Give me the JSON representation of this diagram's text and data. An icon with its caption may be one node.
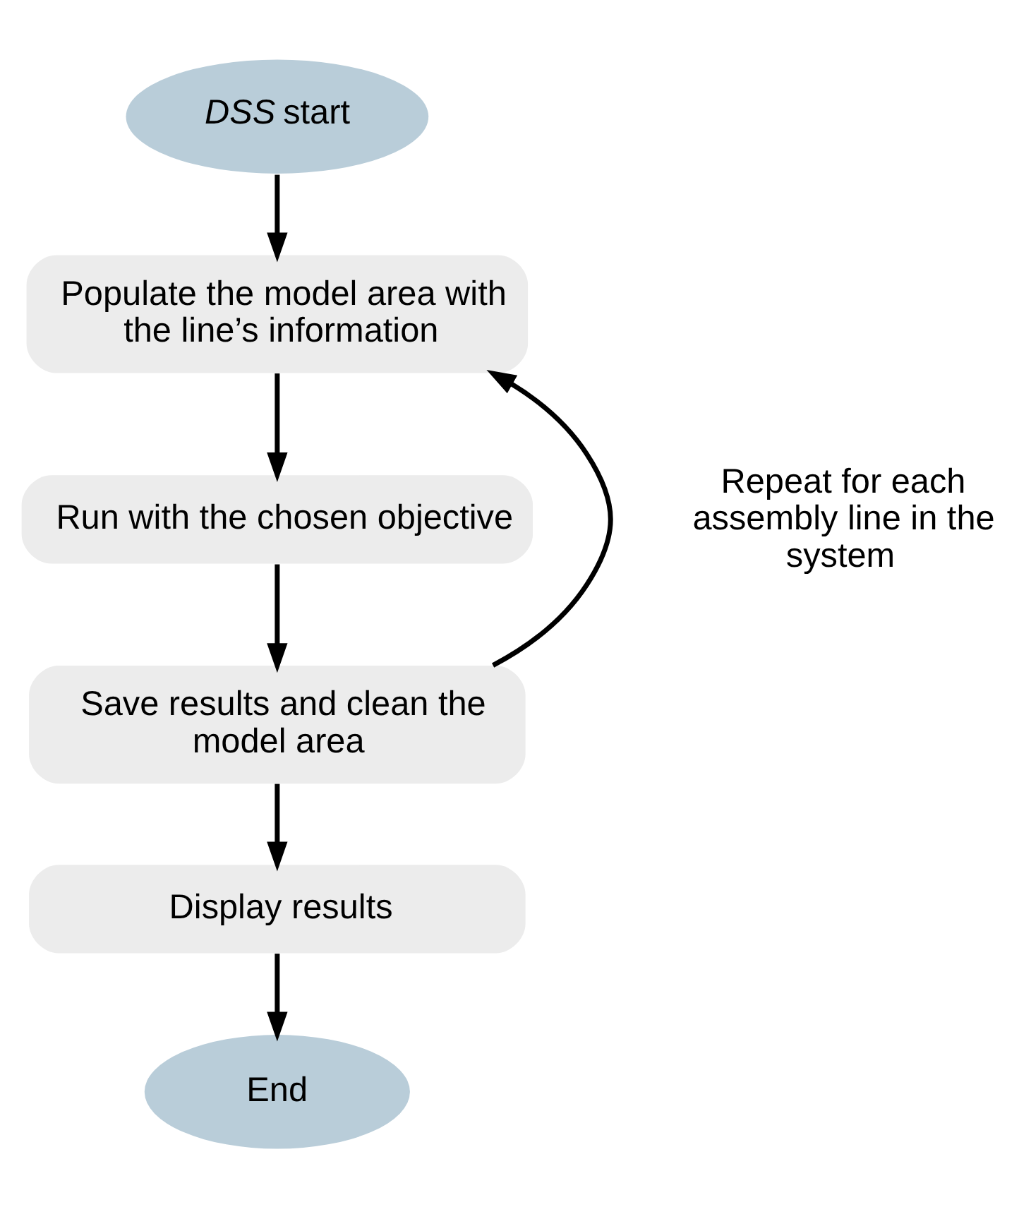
{
  "diagram": {
    "nodes": [
      {
        "text": [
          "*DSS* start"
        ]
      },
      {
        "text": [
          "Populate the model area with the line’s information"
        ]
      },
      {
        "text": [
          "Run with the chosen objective"
        ]
      },
      {
        "text": [
          "Save results and clean the model area"
        ]
      },
      {
        "text": [
          "Display results"
        ]
      },
      {
        "text": [
          "End"
        ]
      }
    ],
    "edges": [
      {
        "from": 0,
        "to": 1,
        "arrow": "to"
      },
      {
        "from": 1,
        "to": 2,
        "arrow": "to"
      },
      {
        "from": 2,
        "to": 3,
        "arrow": "to"
      },
      {
        "from": 3,
        "to": 1,
        "arrow": "to",
        "label": "Repeat for each assembly line in the system"
      },
      {
        "from": 3,
        "to": 4,
        "arrow": "to"
      },
      {
        "from": 4,
        "to": 5,
        "arrow": "to"
      }
    ]
  }
}
